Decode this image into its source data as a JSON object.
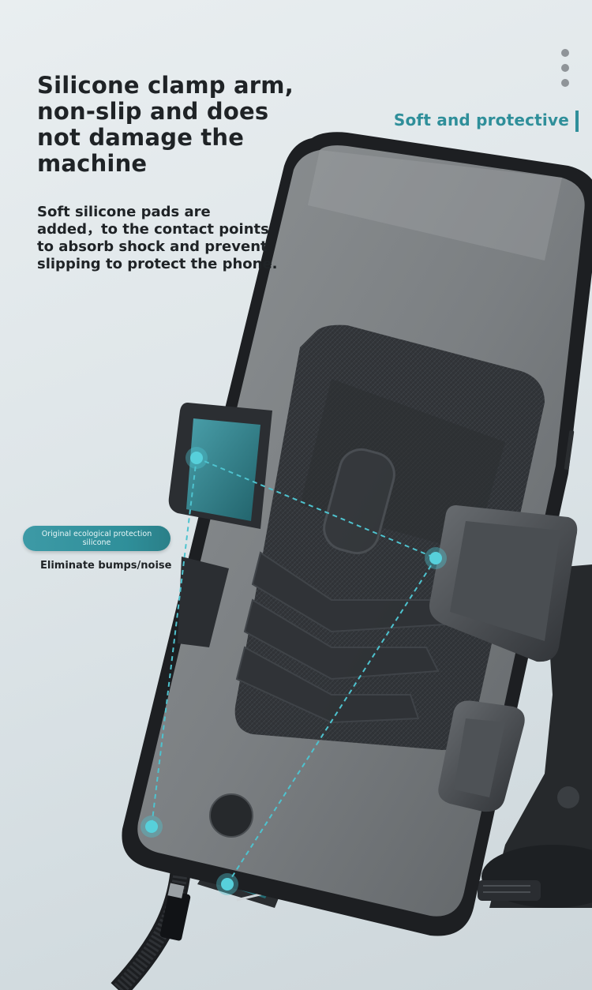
{
  "headline": "Silicone clamp arm, non-slip and does not damage the machine",
  "description": "Soft silicone pads are added，to the contact points to absorb shock and prevent slipping to protect the phone.",
  "tagline": "Soft and protective",
  "callout": {
    "pill_label": "Original ecological protection silicone",
    "caption": "Eliminate bumps/noise"
  },
  "colors": {
    "accent": "#2f8f9a",
    "text": "#1f2326",
    "background": "#e3e9ec"
  },
  "icons": {
    "menu": "vertical-dots-icon"
  }
}
